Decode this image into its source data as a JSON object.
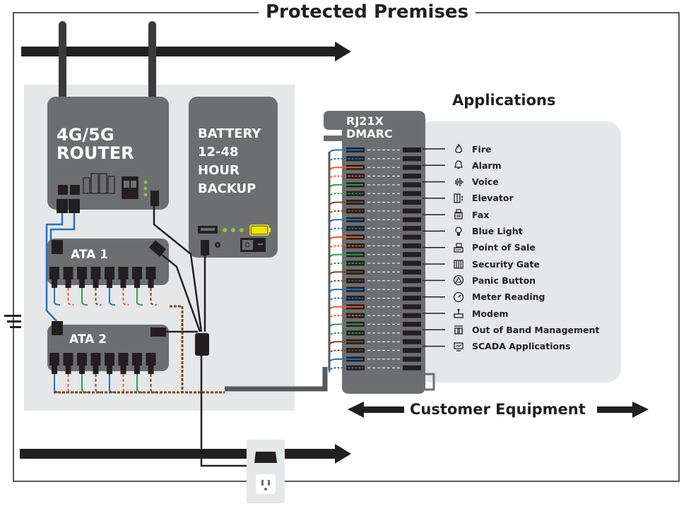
{
  "title": "Protected Premises",
  "router": {
    "label_line1": "4G/5G",
    "label_line2": "ROUTER"
  },
  "battery": {
    "line1": "BATTERY",
    "line2": "12-48",
    "line3": "HOUR",
    "line4": "BACKUP"
  },
  "ata1": {
    "label": "ATA 1"
  },
  "ata2": {
    "label": "ATA 2"
  },
  "demarc": {
    "line1": "RJ21X",
    "line2": "DMARC"
  },
  "applications": {
    "heading": "Applications",
    "items": [
      {
        "label": "Fire",
        "icon": "fire-icon"
      },
      {
        "label": "Alarm",
        "icon": "bell-icon"
      },
      {
        "label": "Voice",
        "icon": "voice-wave-icon"
      },
      {
        "label": "Elevator",
        "icon": "elevator-icon"
      },
      {
        "label": "Fax",
        "icon": "fax-icon"
      },
      {
        "label": "Blue Light",
        "icon": "light-bulb-icon"
      },
      {
        "label": "Point of Sale",
        "icon": "cash-register-icon"
      },
      {
        "label": "Security Gate",
        "icon": "gate-icon"
      },
      {
        "label": "Panic Button",
        "icon": "panic-button-icon"
      },
      {
        "label": "Meter Reading",
        "icon": "meter-icon"
      },
      {
        "label": "Modem",
        "icon": "modem-icon"
      },
      {
        "label": "Out of Band Management",
        "icon": "server-icon"
      },
      {
        "label": "SCADA Applications",
        "icon": "monitor-icon"
      }
    ]
  },
  "customer_equipment": {
    "label": "Customer Equipment"
  },
  "colors": {
    "dark_gray": "#58595b",
    "panel_gray": "#e6e7e8",
    "arrow_black": "#231f20",
    "wire_blue": "#1f75bc",
    "wire_orange": "#f15a29",
    "wire_green": "#2e9f49",
    "wire_brown": "#7b4a1e",
    "led_green": "#8dc63f",
    "battery_yellow": "#f2e600"
  }
}
